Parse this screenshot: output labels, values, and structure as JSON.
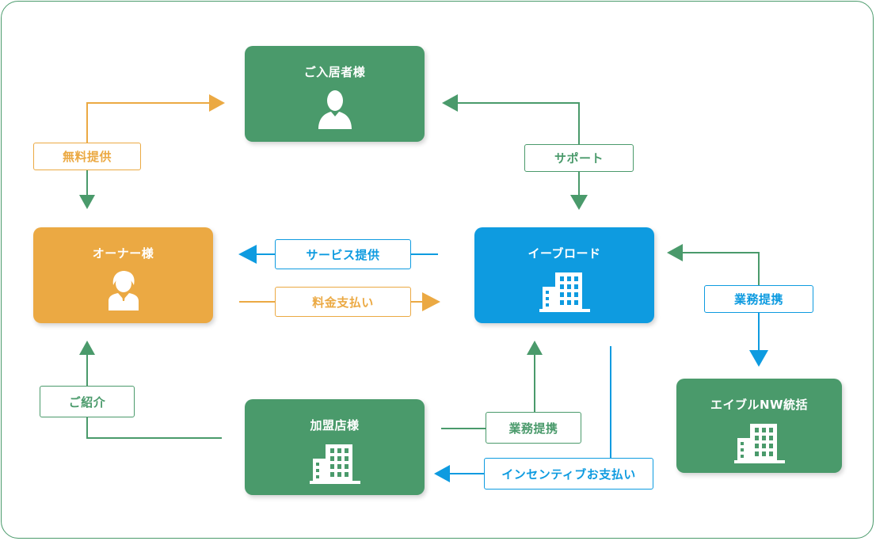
{
  "colors": {
    "green": "#4a9a6b",
    "orange": "#eba943",
    "blue": "#0e9be0"
  },
  "nodes": {
    "resident": {
      "label": "ご入居者様",
      "icon": "person-silhouette-icon"
    },
    "owner": {
      "label": "オーナー様",
      "icon": "businessperson-icon"
    },
    "ebroad": {
      "label": "イーブロード",
      "icon": "building-icon"
    },
    "franchise": {
      "label": "加盟店様",
      "icon": "building-icon"
    },
    "aible": {
      "label": "エイブルNW統括",
      "icon": "building-icon"
    }
  },
  "edges": {
    "free_provision": "無料提供",
    "support": "サポート",
    "service_provision": "サービス提供",
    "fee_payment": "料金支払い",
    "business_alliance_aible": "業務提携",
    "introduction": "ご紹介",
    "business_alliance_franchise": "業務提携",
    "incentive_payment": "インセンティブお支払い"
  }
}
